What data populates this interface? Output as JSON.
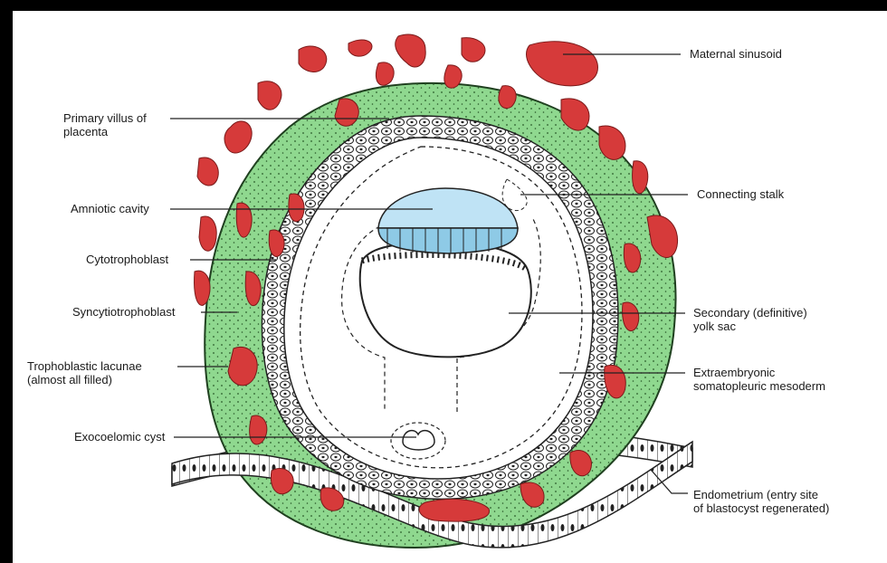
{
  "labels": {
    "maternal_sinusoid": "Maternal sinusoid",
    "primary_villus": "Primary villus of\nplacenta",
    "connecting_stalk": "Connecting stalk",
    "amniotic_cavity": "Amniotic cavity",
    "cytotrophoblast": "Cytotrophoblast",
    "syncytiotrophoblast": "Syncytiotrophoblast",
    "secondary_yolk_sac": "Secondary (definitive)\nyolk sac",
    "trophoblastic_lacunae": "Trophoblastic lacunae\n(almost all filled)",
    "extraembryonic_mesoderm": "Extraembryonic\nsomatopleuric mesoderm",
    "exocoelomic_cyst": "Exocoelomic cyst",
    "endometrium": "Endometrium (entry site\nof blastocyst regenerated)"
  },
  "colors": {
    "syncytiotrophoblast": "#8fd88f",
    "maternal_blood": "#d63a3a",
    "amnion": "#8ecae6",
    "outline": "#222222"
  }
}
